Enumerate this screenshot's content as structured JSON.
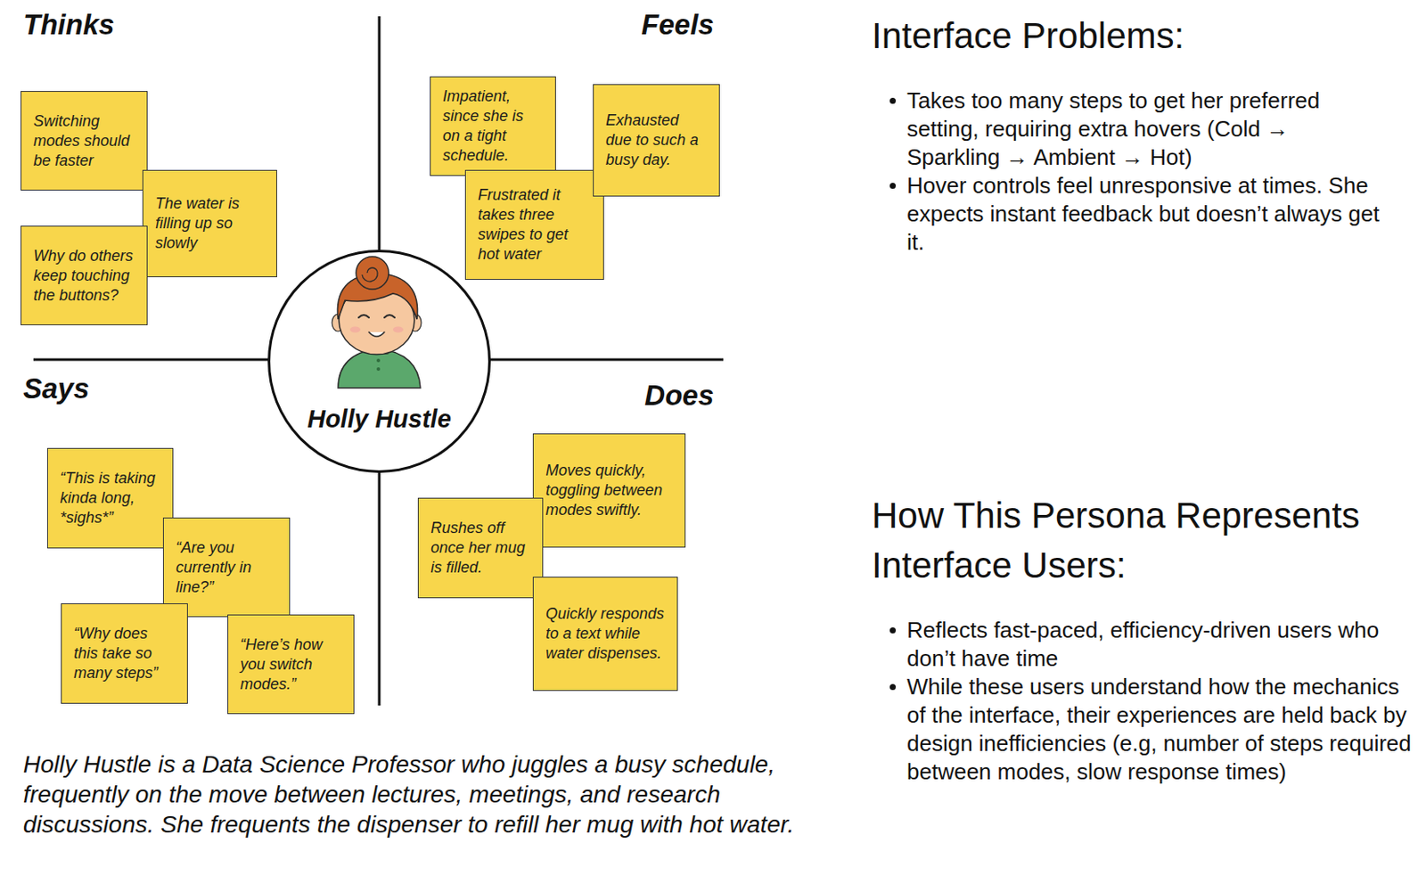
{
  "diagram": {
    "caption": "Holly Hustle is a Data Science Professor who juggles a busy schedule, frequently on the move between lectures, meetings, and research discussions. She frequents the dispenser to refill her mug with hot water.",
    "nodes": [
      {
        "text": [
          "Switching modes should be faster"
        ]
      },
      {
        "text": [
          "The water is filling up so slowly"
        ]
      },
      {
        "text": [
          "Why do others keep touching the buttons?"
        ]
      },
      {
        "text": [
          "Impatient, since she is on a tight schedule."
        ]
      },
      {
        "text": [
          "Exhausted due to such a busy day."
        ]
      },
      {
        "text": [
          "Frustrated it takes three swipes to get hot water"
        ]
      },
      {
        "text": [
          "Holly Hustle"
        ]
      },
      {
        "text": [
          "“This is taking kinda long, *sighs*”"
        ]
      },
      {
        "text": [
          "“Are you currently in line?”"
        ]
      },
      {
        "text": [
          "“Why does this take so many steps”"
        ]
      },
      {
        "text": [
          "“Here’s how you switch modes.”"
        ]
      },
      {
        "text": [
          "Moves quickly, toggling between modes swiftly."
        ]
      },
      {
        "text": [
          "Rushes off once her mug is filled."
        ]
      },
      {
        "text": [
          "Quickly responds to a text while water dispenses."
        ]
      }
    ],
    "labels": [
      "Thinks",
      "Feels",
      "Says",
      "Does",
      "Interface Problems:",
      "Takes too many steps to get her preferred setting, requiring extra hovers (Cold → Sparkling → Ambient → Hot)",
      "Hover controls feel unresponsive at times. She expects instant feedback but doesn’t always get it.",
      "How This Persona Represents Interface Users:",
      "Reflects fast-paced, efficiency-driven users who don’t have time",
      "While these users understand how the mechanics of the interface, their experiences are held back by design inefficiencies (e.g, number of steps required between modes, slow response times)"
    ]
  }
}
